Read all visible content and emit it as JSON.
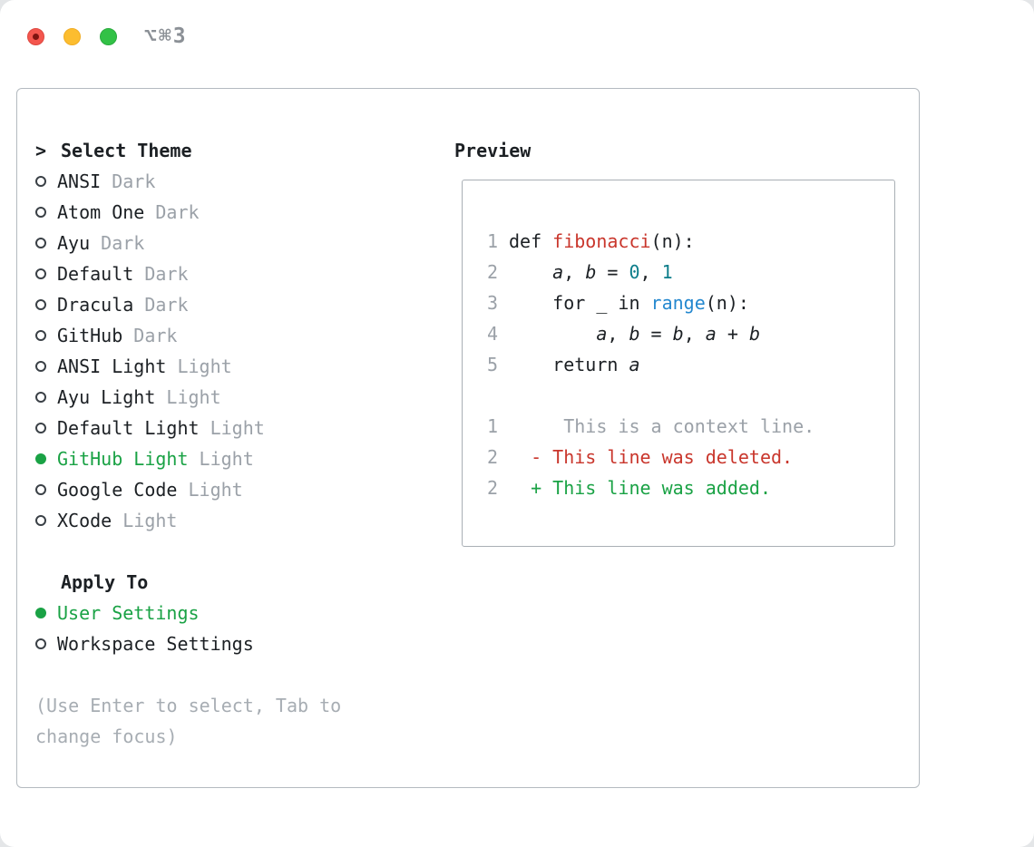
{
  "window": {
    "title": "⌥⌘3"
  },
  "colors": {
    "green": "#1aa245",
    "red": "#c9362c",
    "num": "#0c7d8a",
    "builtin": "#2488cf",
    "muted": "#9ba1a8",
    "hint": "#a7adb3"
  },
  "theme_selector": {
    "prompt": ">",
    "title": "Select Theme",
    "items": [
      {
        "name": "ANSI",
        "variant": "Dark",
        "selected": false
      },
      {
        "name": "Atom One",
        "variant": "Dark",
        "selected": false
      },
      {
        "name": "Ayu",
        "variant": "Dark",
        "selected": false
      },
      {
        "name": "Default",
        "variant": "Dark",
        "selected": false
      },
      {
        "name": "Dracula",
        "variant": "Dark",
        "selected": false
      },
      {
        "name": "GitHub",
        "variant": "Dark",
        "selected": false
      },
      {
        "name": "ANSI Light",
        "variant": "Light",
        "selected": false
      },
      {
        "name": "Ayu Light",
        "variant": "Light",
        "selected": false
      },
      {
        "name": "Default Light",
        "variant": "Light",
        "selected": false
      },
      {
        "name": "GitHub Light",
        "variant": "Light",
        "selected": true
      },
      {
        "name": "Google Code",
        "variant": "Light",
        "selected": false
      },
      {
        "name": "XCode",
        "variant": "Light",
        "selected": false
      }
    ]
  },
  "apply_to": {
    "title": "Apply To",
    "options": [
      {
        "label": "User Settings",
        "selected": true
      },
      {
        "label": "Workspace Settings",
        "selected": false
      }
    ]
  },
  "hint": "(Use Enter to select, Tab to change focus)",
  "preview": {
    "title": "Preview",
    "code_lines": [
      {
        "num": "1",
        "tokens": [
          {
            "t": "def ",
            "c": "plain"
          },
          {
            "t": "fibonacci",
            "c": "func"
          },
          {
            "t": "(n):",
            "c": "plain"
          }
        ]
      },
      {
        "num": "2",
        "tokens": [
          {
            "t": "    ",
            "c": "plain"
          },
          {
            "t": "a",
            "c": "var"
          },
          {
            "t": ", ",
            "c": "plain"
          },
          {
            "t": "b",
            "c": "var"
          },
          {
            "t": " = ",
            "c": "plain"
          },
          {
            "t": "0",
            "c": "num"
          },
          {
            "t": ", ",
            "c": "plain"
          },
          {
            "t": "1",
            "c": "num"
          }
        ]
      },
      {
        "num": "3",
        "tokens": [
          {
            "t": "    for _ in ",
            "c": "plain"
          },
          {
            "t": "range",
            "c": "builtin"
          },
          {
            "t": "(n):",
            "c": "plain"
          }
        ]
      },
      {
        "num": "4",
        "tokens": [
          {
            "t": "        ",
            "c": "plain"
          },
          {
            "t": "a",
            "c": "var"
          },
          {
            "t": ", ",
            "c": "plain"
          },
          {
            "t": "b",
            "c": "var"
          },
          {
            "t": " = ",
            "c": "plain"
          },
          {
            "t": "b",
            "c": "var"
          },
          {
            "t": ", ",
            "c": "plain"
          },
          {
            "t": "a",
            "c": "var"
          },
          {
            "t": " + ",
            "c": "plain"
          },
          {
            "t": "b",
            "c": "var"
          }
        ]
      },
      {
        "num": "5",
        "tokens": [
          {
            "t": "    return ",
            "c": "plain"
          },
          {
            "t": "a",
            "c": "var"
          }
        ]
      }
    ],
    "diff_lines": [
      {
        "num": "1",
        "text": "     This is a context line.",
        "kind": "context"
      },
      {
        "num": "2",
        "text": "  - This line was deleted.",
        "kind": "deleted"
      },
      {
        "num": "2",
        "text": "  + This line was added.",
        "kind": "added"
      }
    ]
  }
}
